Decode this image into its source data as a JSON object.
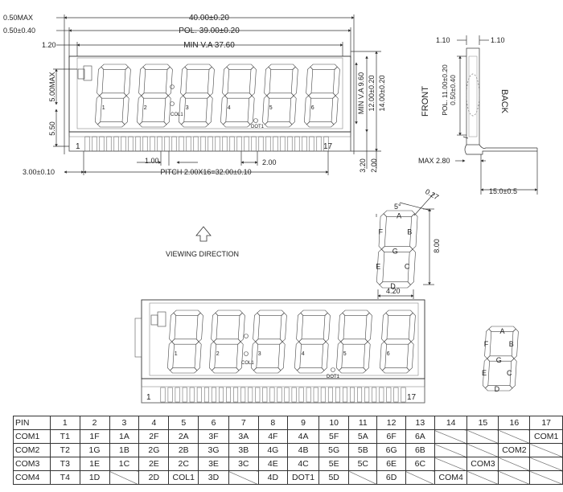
{
  "dimensions": {
    "overall_width": "40.00±0.20",
    "max_edge": "0.50MAX",
    "edge_offset": "0.50±0.40",
    "pol_width": "POL. 39.00±0.20",
    "min_va_width": "MIN V.A 37.60",
    "margin_left": "1.20",
    "digit_height_max": "5.00MAX",
    "left_bottom": "5.50",
    "min_va_height": "MIN V.A 9.60",
    "glass_height": "12.00±0.20",
    "total_height": "14.00±0.20",
    "pin_width": "1.00",
    "pin_gap": "2.00",
    "pin_offset": "3.00±0.10",
    "pitch": "PITCH 2.00X16=32.00±0.10",
    "pin_len_a": "3.20",
    "pin_len_b": "2.00",
    "side_top_a": "1.10",
    "side_top_b": "1.10",
    "front_label": "FRONT",
    "back_label": "BACK",
    "side_pol": "POL. 11.00±0.20",
    "side_offset": "0.50±0.40",
    "side_max": "MAX 2.80",
    "side_length": "15.0±0.5",
    "seg_angle": "5°",
    "seg_width_top": "0.27",
    "seg_height": "8.00",
    "seg_width": "4.20"
  },
  "viewing_direction": "VIEWING  DIRECTION",
  "display": {
    "digits": [
      "1",
      "2",
      "3",
      "4",
      "5",
      "6"
    ],
    "col_label": "COL1",
    "dot_label": "DOT1",
    "pin_first": "1",
    "pin_last": "17",
    "segments": [
      "A",
      "B",
      "C",
      "D",
      "E",
      "F",
      "G"
    ]
  },
  "pin_table": {
    "header": [
      "PIN",
      "1",
      "2",
      "3",
      "4",
      "5",
      "6",
      "7",
      "8",
      "9",
      "10",
      "11",
      "12",
      "13",
      "14",
      "15",
      "16",
      "17"
    ],
    "rows": [
      [
        "COM1",
        "T1",
        "1F",
        "1A",
        "2F",
        "2A",
        "3F",
        "3A",
        "4F",
        "4A",
        "5F",
        "5A",
        "6F",
        "6A",
        "",
        "",
        "",
        "COM1"
      ],
      [
        "COM2",
        "T2",
        "1G",
        "1B",
        "2G",
        "2B",
        "3G",
        "3B",
        "4G",
        "4B",
        "5G",
        "5B",
        "6G",
        "6B",
        "",
        "",
        "COM2",
        ""
      ],
      [
        "COM3",
        "T3",
        "1E",
        "1C",
        "2E",
        "2C",
        "3E",
        "3C",
        "4E",
        "4C",
        "5E",
        "5C",
        "6E",
        "6C",
        "",
        "COM3",
        "",
        ""
      ],
      [
        "COM4",
        "T4",
        "1D",
        "",
        "2D",
        "COL1",
        "3D",
        "",
        "4D",
        "DOT1",
        "5D",
        "",
        "6D",
        "",
        "COM4",
        "",
        "",
        ""
      ]
    ],
    "empty_cells": "diagonal-slash"
  }
}
